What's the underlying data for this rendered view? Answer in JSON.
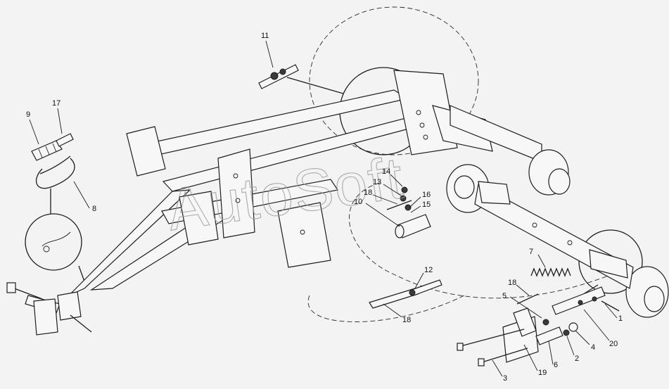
{
  "watermark": "AutoSoft",
  "callouts": [
    "1",
    "2",
    "3",
    "4",
    "5",
    "6",
    "7",
    "8",
    "9",
    "10",
    "11",
    "12",
    "13",
    "14",
    "15",
    "16",
    "17",
    "18",
    "18",
    "18",
    "19",
    "20"
  ],
  "colors": {
    "line": "#1e1e1e",
    "background": "#f3f3f3",
    "watermark": "#9a9a9a"
  }
}
